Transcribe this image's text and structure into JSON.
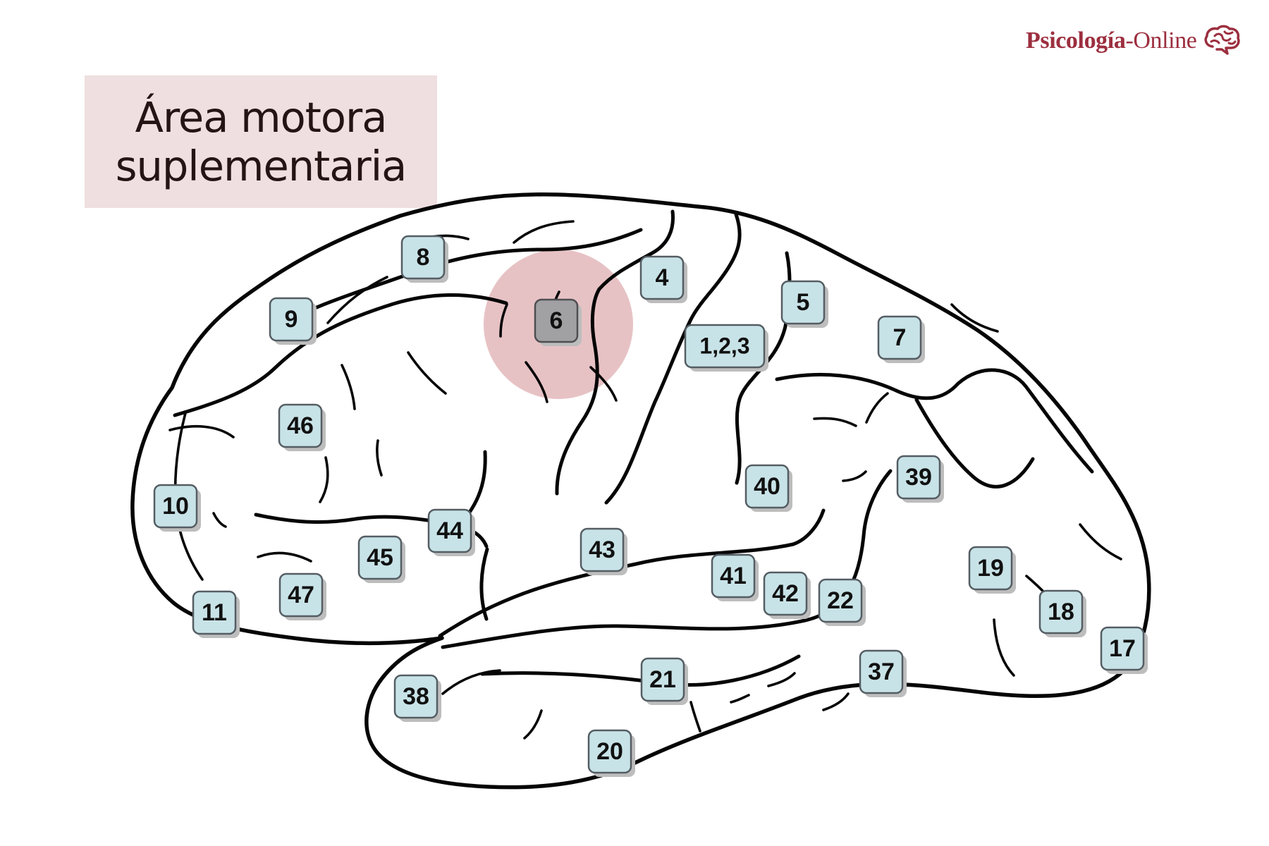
{
  "brand": {
    "bold": "Psicología",
    "light": "-Online",
    "icon": "brain-icon"
  },
  "title": {
    "line1": "Área motora",
    "line2": "suplementaria"
  },
  "diagram": {
    "highlight_color": "#d99ca2",
    "label_color": "#c8e3e7",
    "selected_label_color": "#a1a0a2",
    "selected_area": "6",
    "areas": [
      {
        "label": "8"
      },
      {
        "label": "9"
      },
      {
        "label": "6"
      },
      {
        "label": "4"
      },
      {
        "label": "5"
      },
      {
        "label": "1,2,3"
      },
      {
        "label": "7"
      },
      {
        "label": "46"
      },
      {
        "label": "10"
      },
      {
        "label": "40"
      },
      {
        "label": "39"
      },
      {
        "label": "44"
      },
      {
        "label": "45"
      },
      {
        "label": "43"
      },
      {
        "label": "41"
      },
      {
        "label": "42"
      },
      {
        "label": "22"
      },
      {
        "label": "19"
      },
      {
        "label": "11"
      },
      {
        "label": "47"
      },
      {
        "label": "18"
      },
      {
        "label": "17"
      },
      {
        "label": "21"
      },
      {
        "label": "37"
      },
      {
        "label": "38"
      },
      {
        "label": "20"
      }
    ]
  }
}
